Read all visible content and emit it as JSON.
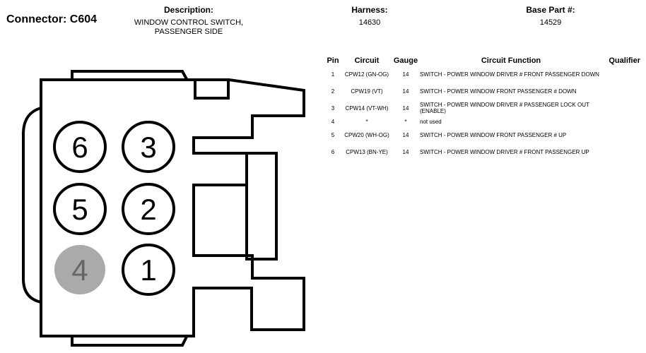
{
  "connector": {
    "title": "Connector: C604"
  },
  "description": {
    "label": "Description:",
    "line1": "WINDOW CONTROL SWITCH,",
    "line2": "PASSENGER SIDE"
  },
  "harness": {
    "label": "Harness:",
    "value": "14630"
  },
  "base_part": {
    "label": "Base Part #:",
    "value": "14529"
  },
  "table": {
    "headers": {
      "pin": "Pin",
      "circuit": "Circuit",
      "gauge": "Gauge",
      "function": "Circuit Function",
      "qualifier": "Qualifier"
    },
    "rows": [
      {
        "pin": "1",
        "circuit": "CPW12 (GN-OG)",
        "gauge": "14",
        "function": "SWITCH - POWER WINDOW DRIVER # FRONT PASSENGER DOWN",
        "qualifier": ""
      },
      {
        "pin": "2",
        "circuit": "CPW19 (VT)",
        "gauge": "14",
        "function": "SWITCH - POWER WINDOW FRONT PASSENGER # DOWN",
        "qualifier": ""
      },
      {
        "pin": "3",
        "circuit": "CPW14 (VT-WH)",
        "gauge": "14",
        "function": "SWITCH - POWER WINDOW DRIVER # PASSENGER LOCK OUT (ENABLE)",
        "qualifier": ""
      },
      {
        "pin": "4",
        "circuit": "*",
        "gauge": "*",
        "function": "not used",
        "qualifier": ""
      },
      {
        "pin": "5",
        "circuit": "CPW20 (WH-OG)",
        "gauge": "14",
        "function": "SWITCH - POWER WINDOW FRONT PASSENGER # UP",
        "qualifier": ""
      },
      {
        "pin": "6",
        "circuit": "CPW13 (BN-YE)",
        "gauge": "14",
        "function": "SWITCH - POWER WINDOW DRIVER # FRONT PASSENGER UP",
        "qualifier": ""
      }
    ]
  },
  "diagram": {
    "pins": [
      {
        "label": "6",
        "used": true
      },
      {
        "label": "3",
        "used": true
      },
      {
        "label": "5",
        "used": true
      },
      {
        "label": "2",
        "used": true
      },
      {
        "label": "4",
        "used": false
      },
      {
        "label": "1",
        "used": true
      }
    ],
    "colors": {
      "used_fill": "#ffffff",
      "unused_fill": "#aaaaaa",
      "unused_text": "#666666",
      "stroke": "#000000"
    }
  }
}
